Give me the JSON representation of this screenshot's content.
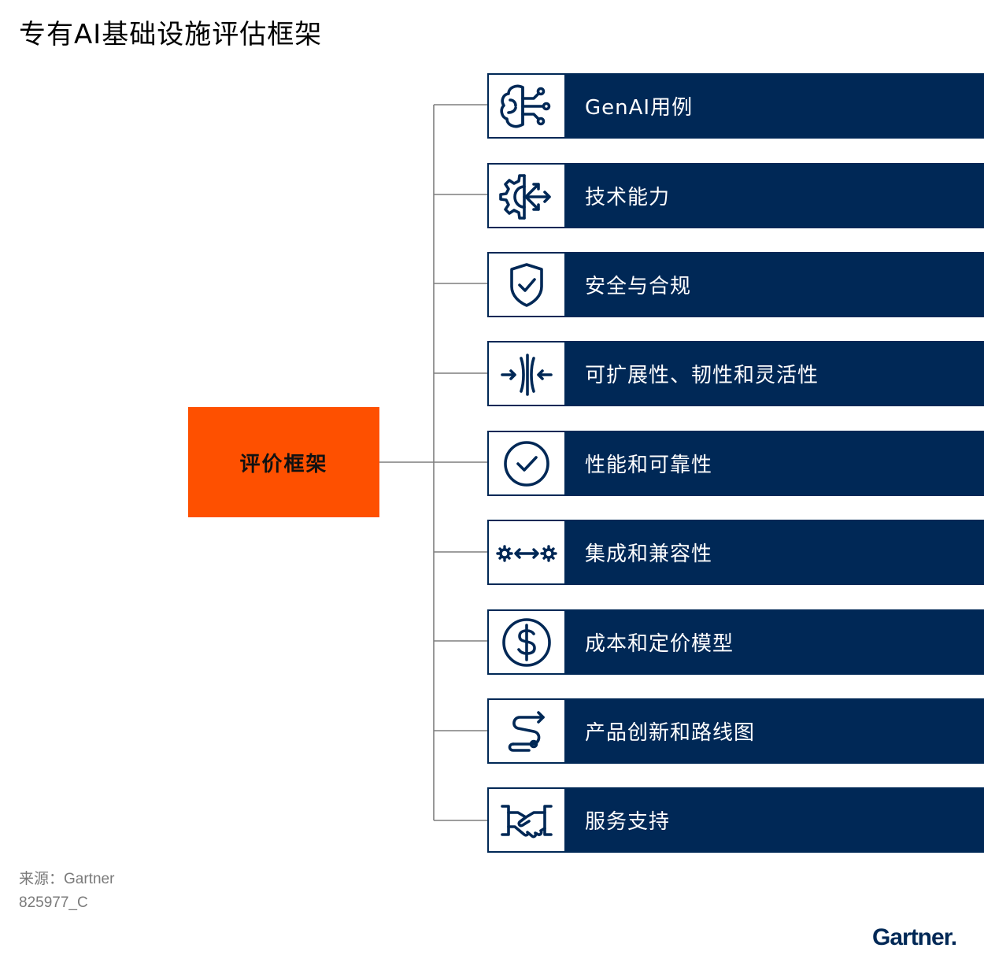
{
  "title": "专有AI基础设施评估框架",
  "center": {
    "label": "评价框架",
    "color": "#fe5000"
  },
  "items": [
    {
      "label": "GenAI用例",
      "icon": "brain-circuit-icon"
    },
    {
      "label": "技术能力",
      "icon": "gear-arrows-icon"
    },
    {
      "label": "安全与合规",
      "icon": "shield-check-icon"
    },
    {
      "label": "可扩展性、韧性和灵活性",
      "icon": "compress-arrows-icon"
    },
    {
      "label": "性能和可靠性",
      "icon": "circle-check-icon"
    },
    {
      "label": "集成和兼容性",
      "icon": "gears-exchange-icon"
    },
    {
      "label": "成本和定价模型",
      "icon": "dollar-coin-icon"
    },
    {
      "label": "产品创新和路线图",
      "icon": "roadmap-path-icon"
    },
    {
      "label": "服务支持",
      "icon": "handshake-icon"
    }
  ],
  "colors": {
    "navy": "#002856",
    "orange": "#fe5000"
  },
  "footer": {
    "source": "来源：Gartner",
    "code": "825977_C"
  },
  "logo": "Gartner."
}
